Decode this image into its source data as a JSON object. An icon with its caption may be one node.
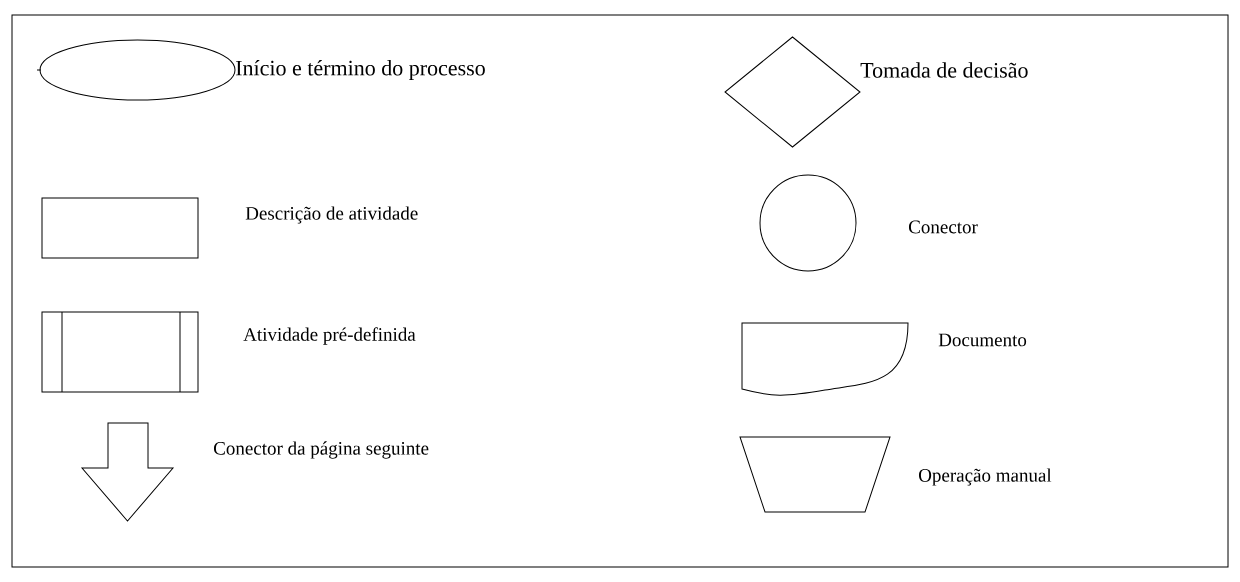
{
  "diagram": {
    "nodes": [
      {
        "text": [],
        "shape": "ellipse",
        "beside": [
          "Início e término do processo"
        ]
      },
      {
        "text": [],
        "shape": "diamond",
        "beside": [
          "Tomada de decisão"
        ]
      },
      {
        "text": [],
        "shape": "box",
        "beside": [
          "Descrição de atividade"
        ]
      },
      {
        "text": [],
        "shape": "circle",
        "beside": [
          "Conector"
        ]
      },
      {
        "text": [],
        "shape": "predefined-box",
        "beside": [
          "Atividade pré-definida"
        ]
      },
      {
        "text": [],
        "shape": "document",
        "beside": [
          "Documento"
        ]
      },
      {
        "text": [],
        "shape": "arrow",
        "beside": [
          "Conector da página seguinte"
        ]
      },
      {
        "text": [],
        "shape": "trapezoid",
        "beside": [
          "Operação manual"
        ]
      }
    ]
  }
}
